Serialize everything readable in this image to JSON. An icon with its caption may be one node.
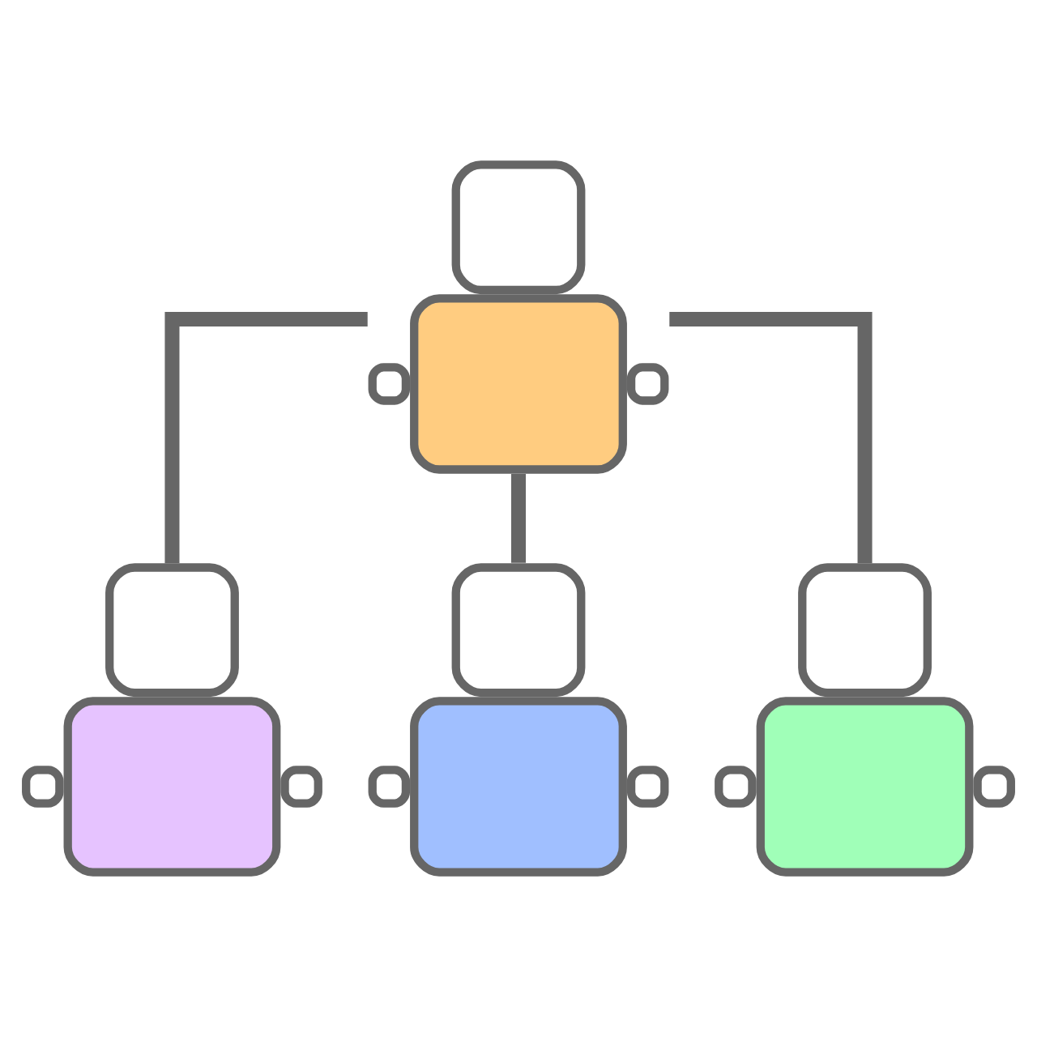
{
  "diagram": {
    "nodes": [
      {
        "text": [],
        "shape": "person"
      },
      {
        "text": [],
        "shape": "person"
      },
      {
        "text": [],
        "shape": "person"
      },
      {
        "text": [],
        "shape": "person"
      }
    ],
    "edges": [
      {
        "from": 0,
        "to": 1,
        "arrow": "none"
      },
      {
        "from": 0,
        "to": 2,
        "arrow": "none"
      },
      {
        "from": 0,
        "to": 3,
        "arrow": "none"
      }
    ]
  }
}
